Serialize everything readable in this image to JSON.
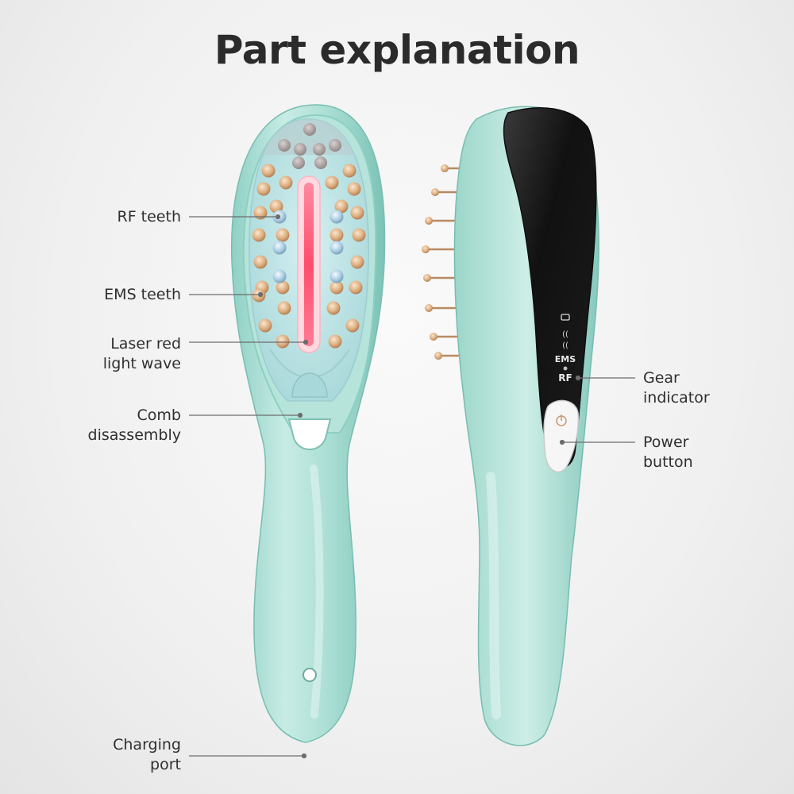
{
  "title": "Part explanation",
  "labels": {
    "rf_teeth": "RF teeth",
    "ems_teeth": "EMS teeth",
    "laser": {
      "line1": "Laser red",
      "line2": "light wave"
    },
    "comb": {
      "line1": "Comb",
      "line2": "disassembly"
    },
    "charging": {
      "line1": "Charging",
      "line2": "port"
    },
    "gear": {
      "line1": "Gear",
      "line2": "indicator"
    },
    "power": {
      "line1": "Power",
      "line2": "button"
    }
  },
  "panel_indicators": {
    "ems": "EMS",
    "rf": "RF"
  },
  "colors": {
    "body_mint": "#bfe6de",
    "body_mint_dark": "#8ccfc3",
    "panel_black": "#1a1a1a",
    "copper_teeth": "#d9a77a",
    "rf_teeth_blue": "#a9cbe0",
    "laser_red": "#ff4d6d",
    "text": "#2f2f2f"
  }
}
